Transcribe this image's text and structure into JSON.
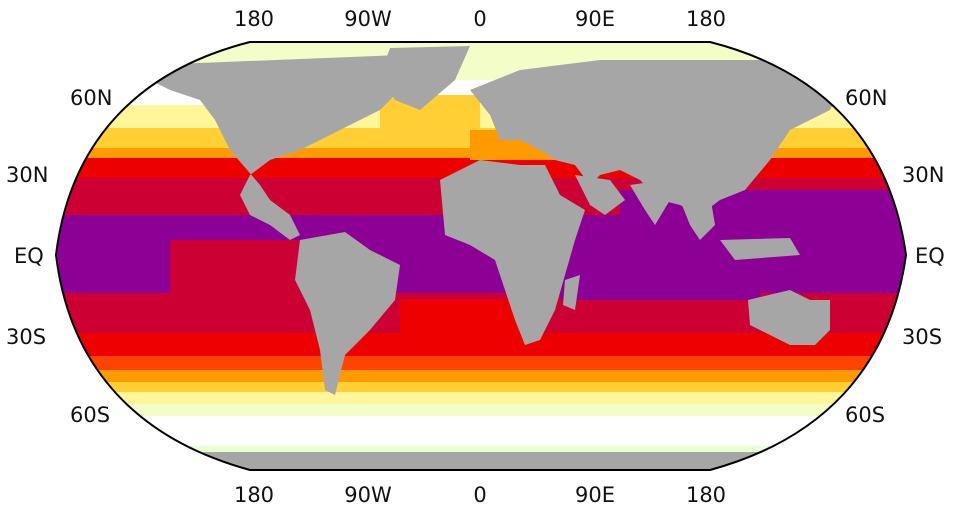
{
  "map": {
    "projection": "Robinson",
    "land_color": "#a6a6a6",
    "palette": [
      "#ffffff",
      "#f3fdc8",
      "#fff59b",
      "#ffcf33",
      "#ff9a00",
      "#ff4300",
      "#ef0000",
      "#cc0033",
      "#a00070",
      "#8d0096"
    ],
    "longitude_labels": {
      "left": "180",
      "w90": "90W",
      "zero": "0",
      "e90": "90E",
      "right": "180"
    },
    "latitude_labels": {
      "n60": "60N",
      "n30": "30N",
      "eq": "EQ",
      "s30": "30S",
      "s60": "60S"
    }
  }
}
